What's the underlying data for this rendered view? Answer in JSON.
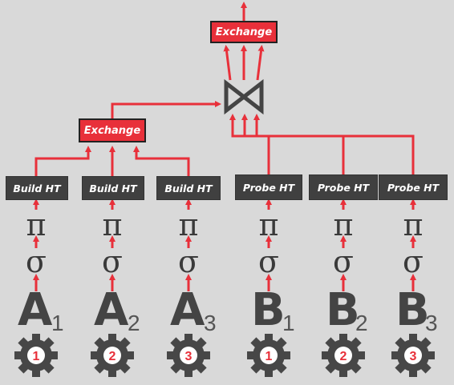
{
  "exchange_top": {
    "label": "Exchange"
  },
  "exchange_mid": {
    "label": "Exchange"
  },
  "build": [
    {
      "label": "Build HT"
    },
    {
      "label": "Build HT"
    },
    {
      "label": "Build HT"
    }
  ],
  "probe": [
    {
      "label": "Probe HT"
    },
    {
      "label": "Probe HT"
    },
    {
      "label": "Probe HT"
    }
  ],
  "projection_symbol": "π",
  "selection_symbol": "σ",
  "relations_a": [
    {
      "letter": "A",
      "sub": "1"
    },
    {
      "letter": "A",
      "sub": "2"
    },
    {
      "letter": "A",
      "sub": "3"
    }
  ],
  "relations_b": [
    {
      "letter": "B",
      "sub": "1"
    },
    {
      "letter": "B",
      "sub": "2"
    },
    {
      "letter": "B",
      "sub": "3"
    }
  ],
  "workers_a": [
    "1",
    "2",
    "3"
  ],
  "workers_b": [
    "1",
    "2",
    "3"
  ],
  "colors": {
    "accent": "#e8303a",
    "dark": "#404040",
    "background": "#d9d9d9"
  }
}
